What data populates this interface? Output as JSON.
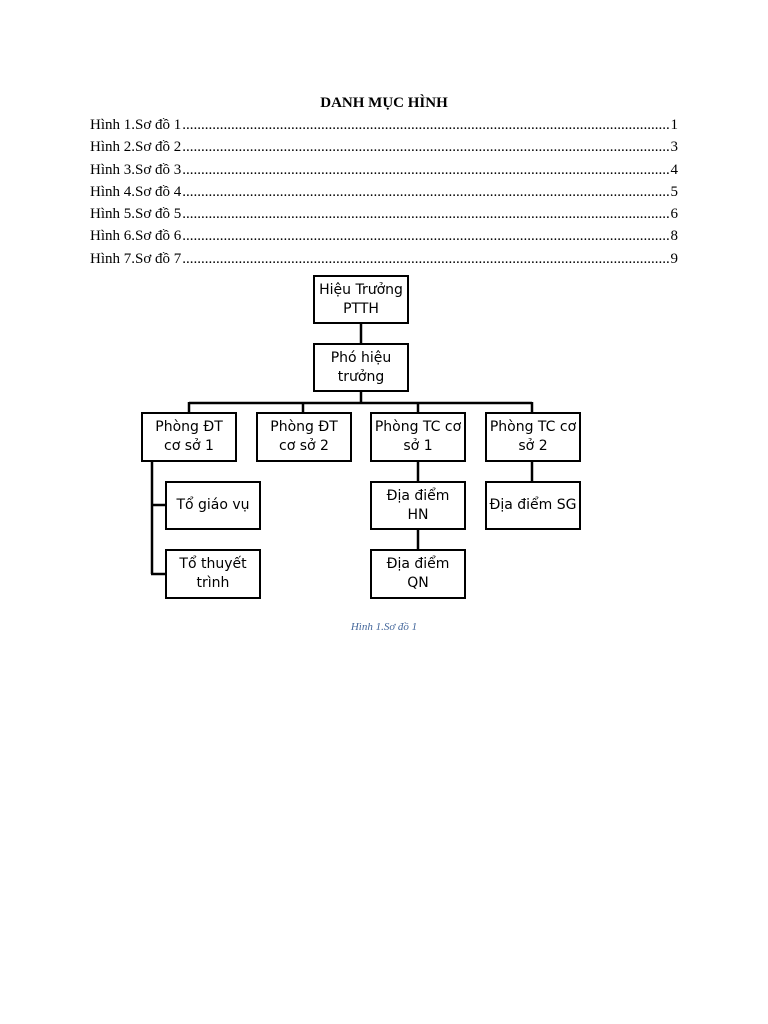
{
  "toc": {
    "title": "DANH MỤC HÌNH",
    "entries": [
      {
        "label": "Hình 1.Sơ đồ 1",
        "page": "1"
      },
      {
        "label": "Hình 2.Sơ đồ 2",
        "page": "3"
      },
      {
        "label": "Hình 3.Sơ đồ 3",
        "page": "4"
      },
      {
        "label": "Hình 4.Sơ đồ 4",
        "page": "5"
      },
      {
        "label": "Hình 5.Sơ đồ 5",
        "page": "6"
      },
      {
        "label": "Hình 6.Sơ đồ 6",
        "page": "8"
      },
      {
        "label": "Hình 7.Sơ đồ 7",
        "page": "9"
      }
    ]
  },
  "org_chart": {
    "principal": "Hiệu Trưởng PTTH",
    "vice_principal": "Phó hiệu trưởng",
    "departments": [
      {
        "name": "Phòng ĐT cơ sở 1",
        "children": [
          "Tổ giáo vụ",
          "Tổ thuyết trình"
        ]
      },
      {
        "name": "Phòng ĐT cơ sở 2",
        "children": []
      },
      {
        "name": "Phòng TC cơ sở 1",
        "children": [
          "Địa điểm HN",
          "Địa điểm QN"
        ]
      },
      {
        "name": "Phòng TC cơ sở 2",
        "children": [
          "Địa điểm SG"
        ]
      }
    ]
  },
  "caption": "Hình 1.Sơ đồ 1"
}
